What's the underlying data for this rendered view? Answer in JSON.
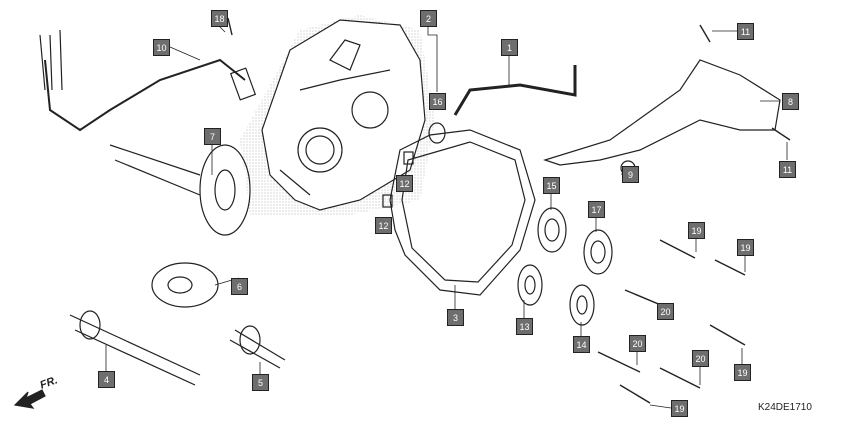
{
  "diagram_code": "K24DE1710",
  "direction_label": "FR.",
  "callouts": [
    {
      "id": "c18",
      "label": "18",
      "part": "bolt"
    },
    {
      "id": "c2",
      "label": "2",
      "part": "left-crankcase-cover"
    },
    {
      "id": "c1",
      "label": "1",
      "part": "breather-tube"
    },
    {
      "id": "c11a",
      "label": "11",
      "part": "bolt"
    },
    {
      "id": "c10",
      "label": "10",
      "part": "wire-harness"
    },
    {
      "id": "c8",
      "label": "8",
      "part": "cover"
    },
    {
      "id": "c16",
      "label": "16",
      "part": "oil-seal"
    },
    {
      "id": "c7",
      "label": "7",
      "part": "gear-shaft"
    },
    {
      "id": "c11b",
      "label": "11",
      "part": "bolt"
    },
    {
      "id": "c9",
      "label": "9",
      "part": "grommet"
    },
    {
      "id": "c12a",
      "label": "12",
      "part": "dowel-pin"
    },
    {
      "id": "c12b",
      "label": "12",
      "part": "dowel-pin"
    },
    {
      "id": "c15",
      "label": "15",
      "part": "bearing"
    },
    {
      "id": "c17",
      "label": "17",
      "part": "bearing"
    },
    {
      "id": "c19a",
      "label": "19",
      "part": "bolt"
    },
    {
      "id": "c19b",
      "label": "19",
      "part": "bolt"
    },
    {
      "id": "c6",
      "label": "6",
      "part": "gear"
    },
    {
      "id": "c3",
      "label": "3",
      "part": "gasket"
    },
    {
      "id": "c20a",
      "label": "20",
      "part": "bolt"
    },
    {
      "id": "c13",
      "label": "13",
      "part": "bearing"
    },
    {
      "id": "c14",
      "label": "14",
      "part": "bearing"
    },
    {
      "id": "c20b",
      "label": "20",
      "part": "bolt"
    },
    {
      "id": "c20c",
      "label": "20",
      "part": "bolt"
    },
    {
      "id": "c19c",
      "label": "19",
      "part": "bolt"
    },
    {
      "id": "c19d",
      "label": "19",
      "part": "bolt"
    },
    {
      "id": "c4",
      "label": "4",
      "part": "shaft"
    },
    {
      "id": "c5",
      "label": "5",
      "part": "pinion-shaft"
    }
  ],
  "colors": {
    "callout_fill": "#6e6e6e",
    "line": "#222222",
    "shade": "#cccccc"
  }
}
